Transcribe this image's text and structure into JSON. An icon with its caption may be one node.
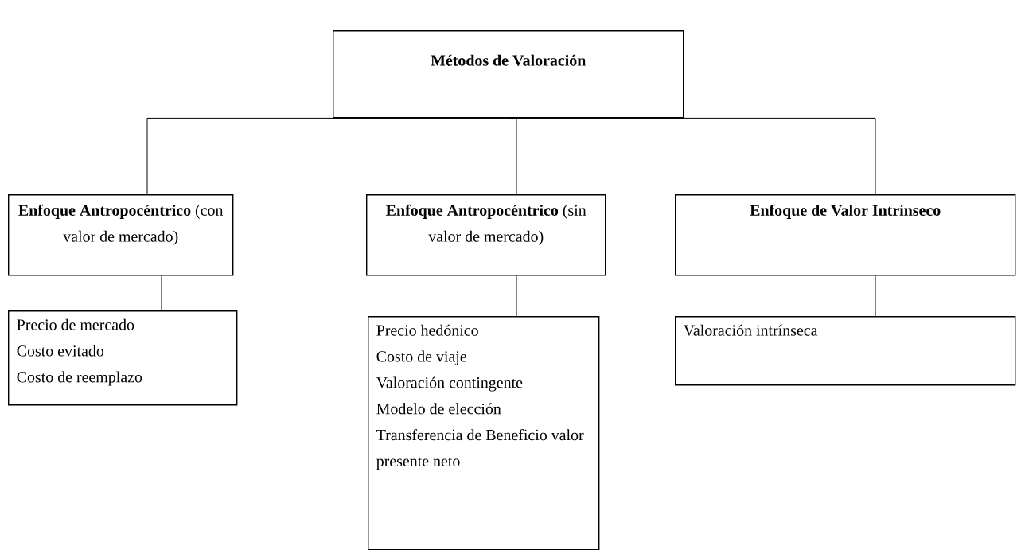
{
  "diagram": {
    "nodes": [
      {
        "text": [
          "Métodos de Valoración"
        ]
      },
      {
        "text": [
          "**Enfoque Antropocéntrico** (con valor de mercado)"
        ]
      },
      {
        "text": [
          "**Enfoque Antropocéntrico** (sin valor de mercado)"
        ]
      },
      {
        "text": [
          "Enfoque de Valor Intrínseco"
        ]
      },
      {
        "text": [
          "Precio de mercado",
          "Costo evitado",
          "Costo de reemplazo"
        ]
      },
      {
        "text": [
          "Precio hedónico",
          "Costo de viaje",
          "Valoración contingente",
          "Modelo de elección",
          "Transferencia de Beneficio valor presente neto"
        ]
      },
      {
        "text": [
          "Valoración intrínseca"
        ]
      }
    ],
    "edges": [
      {
        "from": 0,
        "to": 1,
        "arrow": "none"
      },
      {
        "from": 0,
        "to": 2,
        "arrow": "none"
      },
      {
        "from": 0,
        "to": 3,
        "arrow": "none"
      },
      {
        "from": 1,
        "to": 4,
        "arrow": "none"
      },
      {
        "from": 2,
        "to": 5,
        "arrow": "none"
      },
      {
        "from": 3,
        "to": 6,
        "arrow": "none"
      }
    ]
  }
}
